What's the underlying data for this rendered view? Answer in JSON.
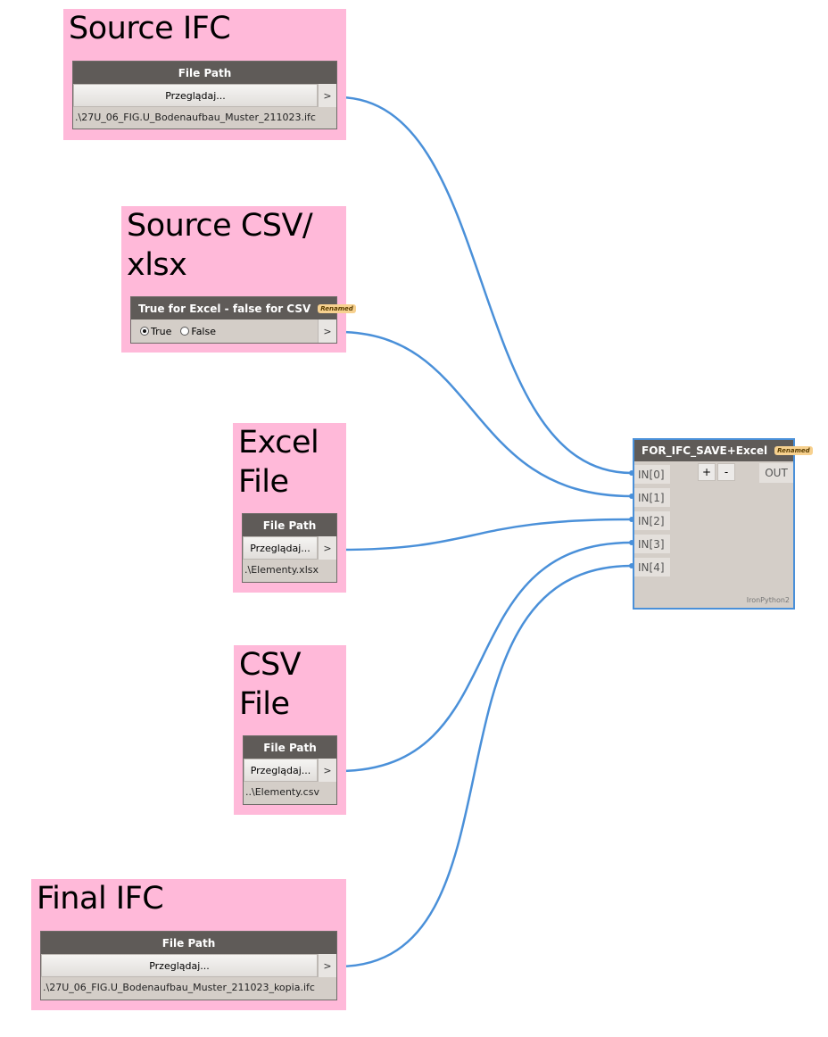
{
  "groups": [
    {
      "title": "Source IFC"
    },
    {
      "title": "Source CSV/\nxlsx"
    },
    {
      "title": "Excel\nFile"
    },
    {
      "title": "CSV\nFile"
    },
    {
      "title": "Final IFC"
    }
  ],
  "file_nodes": [
    {
      "header": "File Path",
      "browse": "Przeglądaj...",
      "out": ">",
      "path": ".\\27U_06_FIG.U_Bodenaufbau_Muster_211023.ifc"
    },
    {
      "header": "File Path",
      "browse": "Przeglądaj...",
      "out": ">",
      "path": ".\\Elementy.xlsx"
    },
    {
      "header": "File Path",
      "browse": "Przeglądaj...",
      "out": ">",
      "path": "..\\Elementy.csv"
    },
    {
      "header": "File Path",
      "browse": "Przeglądaj...",
      "out": ">",
      "path": ".\\27U_06_FIG.U_Bodenaufbau_Muster_211023_kopia.ifc"
    }
  ],
  "bool_node": {
    "header": "True for Excel - false for CSV",
    "badge": "Renamed",
    "true_label": "True",
    "false_label": "False",
    "selected": "True",
    "out": ">"
  },
  "python_node": {
    "header": "FOR_IFC_SAVE+Excel",
    "badge": "Renamed",
    "inputs": [
      "IN[0]",
      "IN[1]",
      "IN[2]",
      "IN[3]",
      "IN[4]"
    ],
    "add": "+",
    "remove": "-",
    "output": "OUT",
    "footer": "IronPython2"
  },
  "colors": {
    "group": "#ffb9d9",
    "wire": "#4a90d9",
    "header": "#5f5b58",
    "badge": "#f7d18f"
  }
}
